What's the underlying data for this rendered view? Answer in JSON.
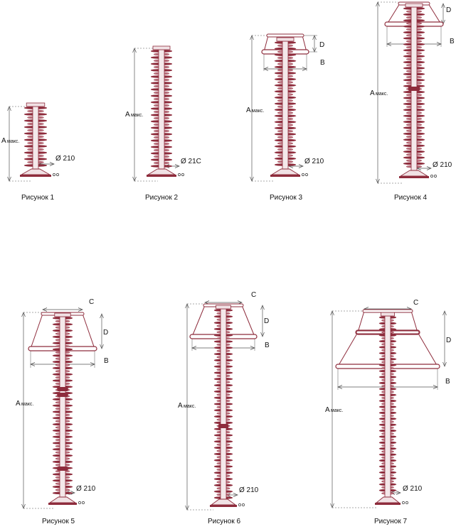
{
  "labels": {
    "a_letter": "A",
    "a_sub": "макс.",
    "diameter": "Ø 210",
    "diameter_fig2": "Ø 21C",
    "d": "D",
    "b": "B",
    "c": "C"
  },
  "captions": [
    "Рисунок 1",
    "Рисунок 2",
    "Рисунок 3",
    "Рисунок 4",
    "Рисунок 5",
    "Рисунок 6",
    "Рисунок 7"
  ],
  "colors": {
    "insulator": "#8e2c3c",
    "insulator_light": "#c07a86",
    "dim_line": "#555555"
  }
}
